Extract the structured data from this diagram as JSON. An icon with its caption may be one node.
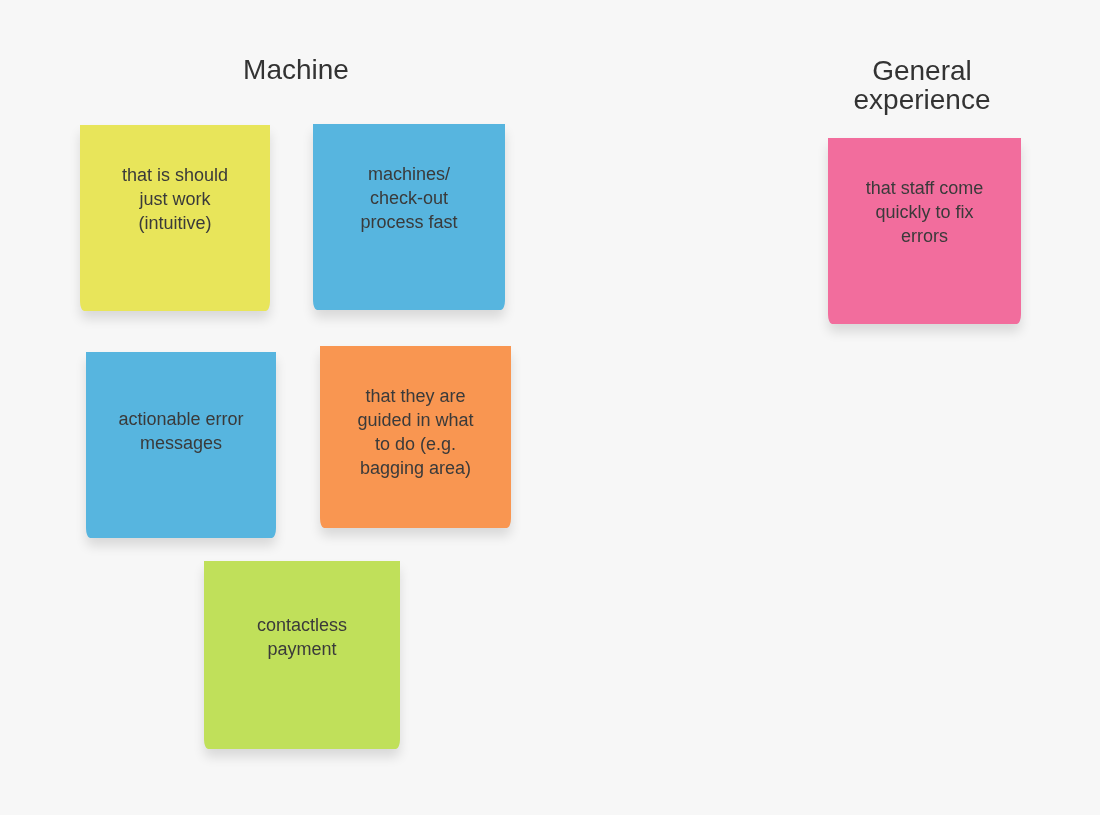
{
  "diagram": {
    "nodes": [
      {
        "text": [
          "that is should just work (intuitive)"
        ]
      },
      {
        "text": [
          "machines/ check-out process fast"
        ]
      },
      {
        "text": [
          "actionable error messages"
        ]
      },
      {
        "text": [
          "that they are guided in what to do (e.g. bagging area)"
        ]
      },
      {
        "text": [
          "contactless payment"
        ]
      },
      {
        "text": [
          "that staff come quickly to fix errors"
        ]
      }
    ],
    "labels": [
      "Machine",
      "General experience"
    ]
  }
}
